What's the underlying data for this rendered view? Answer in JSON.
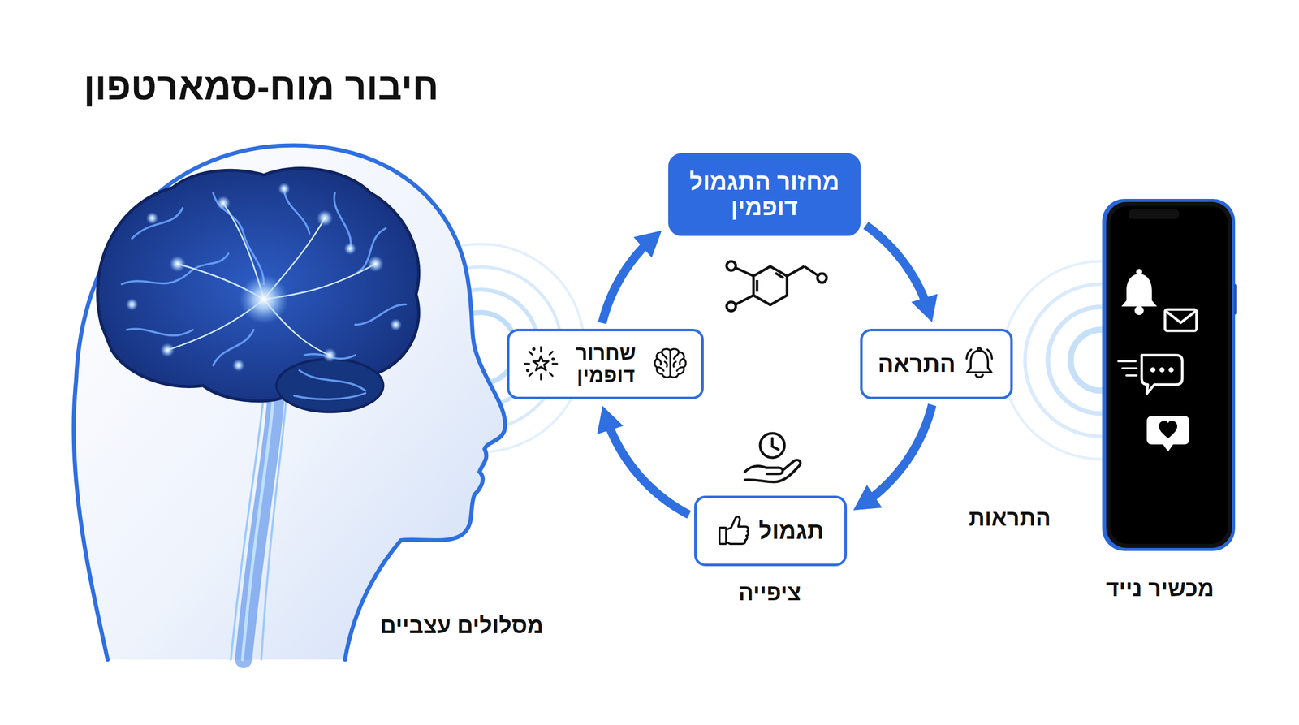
{
  "diagram": {
    "title": "חיבור מוח-סמארטפון",
    "nodes": [
      {
        "text": [
          "מחזור התגמול דופמין"
        ]
      },
      {
        "text": [
          "התראה"
        ]
      },
      {
        "text": [
          "תגמול"
        ]
      },
      {
        "text": [
          "שחרור דופמין"
        ]
      }
    ],
    "edges": [
      {
        "from": 0,
        "to": 1,
        "arrow": "to"
      },
      {
        "from": 1,
        "to": 2,
        "arrow": "to"
      },
      {
        "from": 2,
        "to": 3,
        "arrow": "to"
      },
      {
        "from": 3,
        "to": 0,
        "arrow": "to"
      }
    ],
    "labels": [
      "מסלולים עצביים",
      "ציפייה",
      "התראות",
      "מכשיר נייד"
    ]
  }
}
